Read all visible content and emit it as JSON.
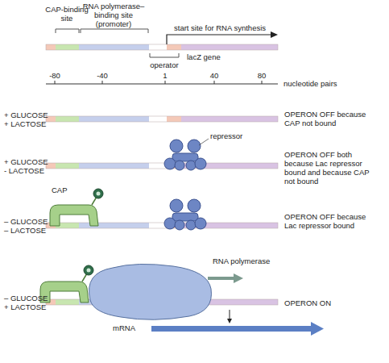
{
  "diagram": {
    "labels": [
      "CAP-binding site",
      "RNA polymerase–binding site (promoter)",
      "start site for RNA synthesis",
      "operator",
      "lacZ gene",
      "-80",
      "-40",
      "1",
      "40",
      "80",
      "nucleotide pairs",
      "+ GLUCOSE",
      "+ LACTOSE",
      "OPERON OFF because CAP not bound",
      "repressor",
      "+ GLUCOSE",
      "- LACTOSE",
      "OPERON OFF both because Lac repressor bound and because CAP not bound",
      "CAP",
      "– GLUCOSE",
      "– LACTOSE",
      "OPERON OFF because Lac repressor bound",
      "RNA polymerase",
      "– GLUCOSE",
      "+ LACTOSE",
      "OPERON ON",
      "mRNA"
    ]
  }
}
